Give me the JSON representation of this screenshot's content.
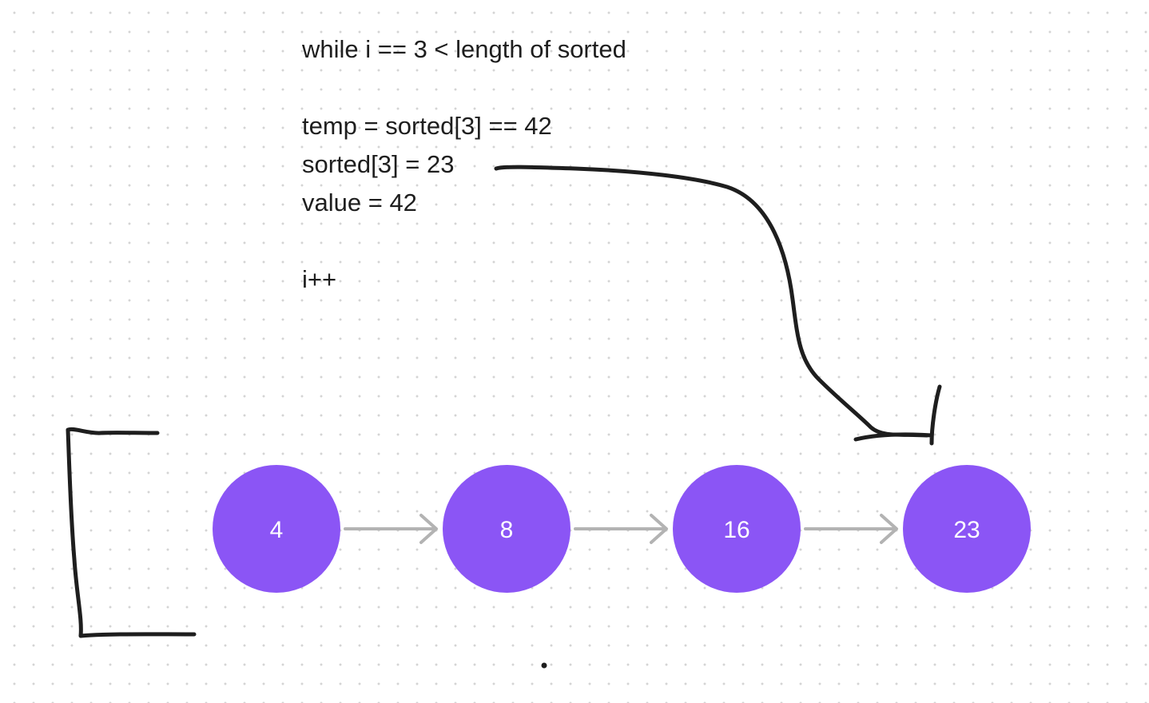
{
  "code_lines": [
    "while i == 3 < length of sorted",
    "",
    "temp = sorted[3] == 42",
    "sorted[3] = 23",
    "value = 42",
    "",
    "i++"
  ],
  "nodes": [
    {
      "label": "4"
    },
    {
      "label": "8"
    },
    {
      "label": "16"
    },
    {
      "label": "23"
    }
  ],
  "colors": {
    "node_fill": "#8b55f5",
    "node_text": "#ffffff",
    "connector": "#b3b3b3",
    "ink": "#1e1e1e",
    "text": "#1e1e1e"
  }
}
